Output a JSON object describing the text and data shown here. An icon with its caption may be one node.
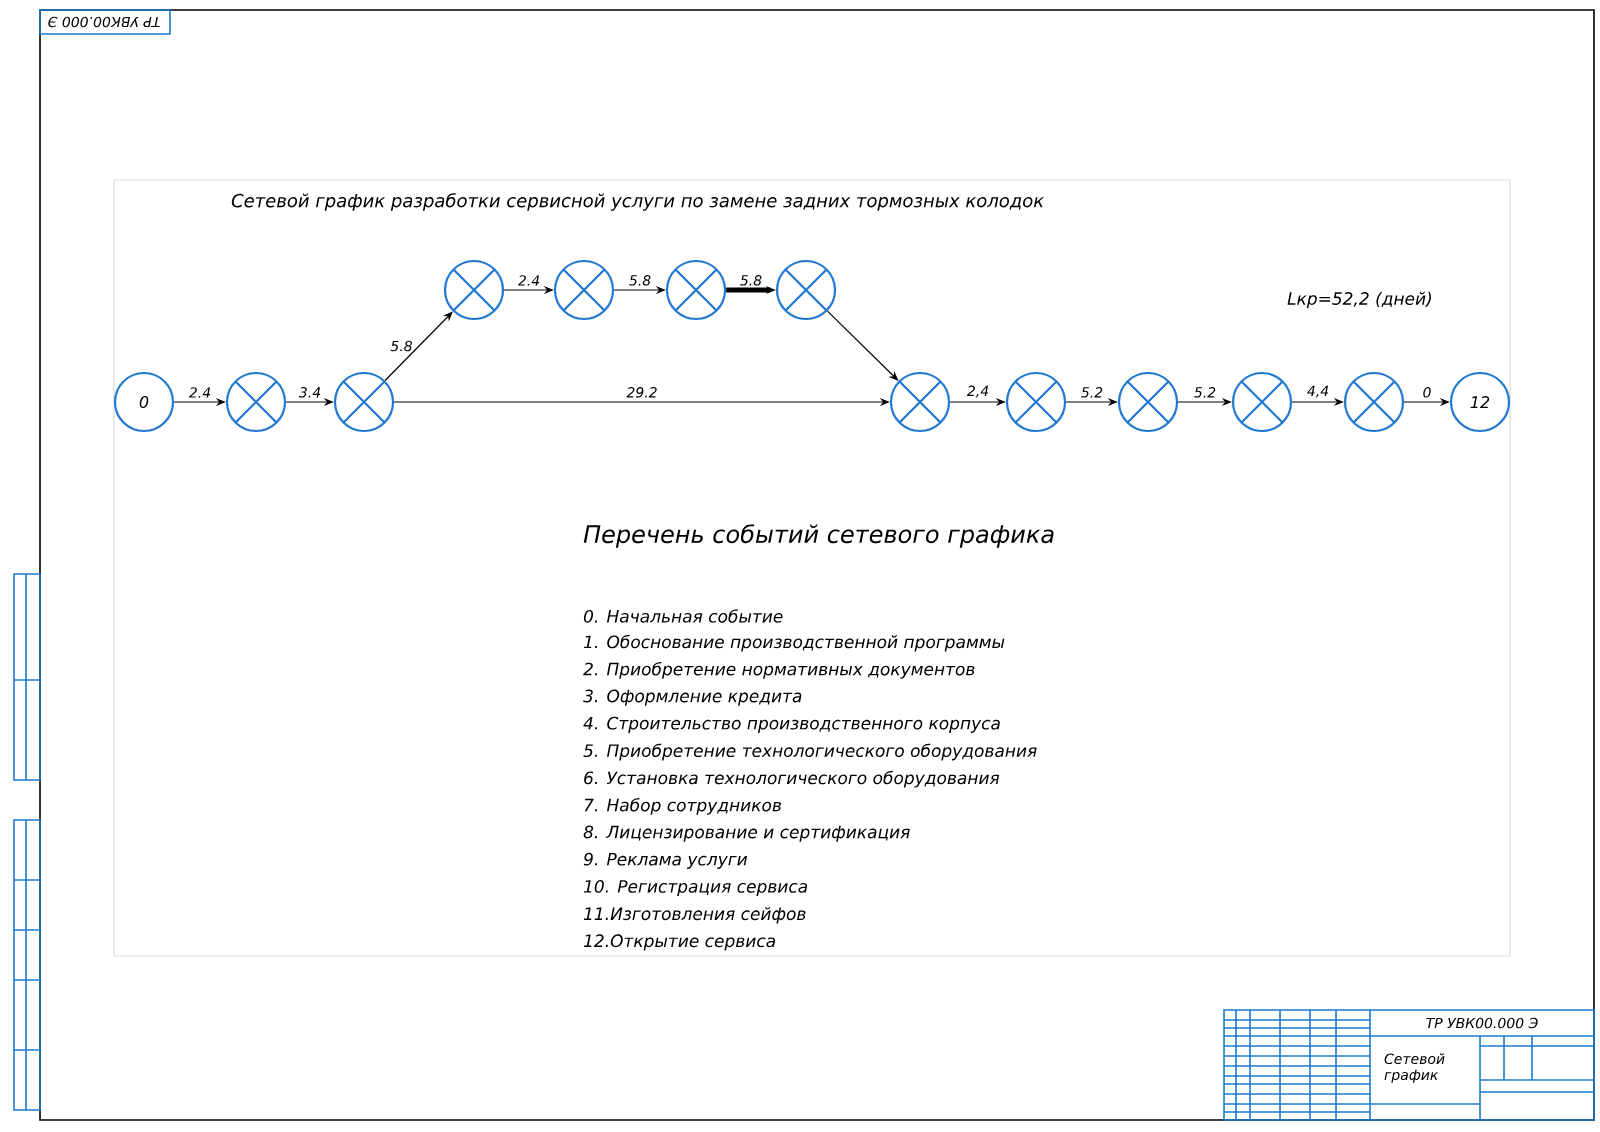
{
  "diagram": {
    "title": "Сетевой график разработки сервисной услуги по замене задних тормозных колодок",
    "nodes": [
      {
        "text": [
          "0"
        ]
      },
      {
        "text": [],
        "shape": "circle"
      },
      {
        "text": [],
        "shape": "circle"
      },
      {
        "text": [],
        "shape": "circle"
      },
      {
        "text": [],
        "shape": "circle"
      },
      {
        "text": [],
        "shape": "circle"
      },
      {
        "text": [],
        "shape": "circle"
      },
      {
        "text": [],
        "shape": "circle"
      },
      {
        "text": [],
        "shape": "circle"
      },
      {
        "text": [],
        "shape": "circle"
      },
      {
        "text": [],
        "shape": "circle"
      },
      {
        "text": [],
        "shape": "circle"
      },
      {
        "text": [
          "12"
        ]
      }
    ],
    "edges": [
      {
        "from": 0,
        "to": 1,
        "arrow": "to",
        "label": "2.4"
      },
      {
        "from": 1,
        "to": 2,
        "arrow": "to",
        "label": "3.4"
      },
      {
        "from": 2,
        "to": 3,
        "arrow": "to",
        "label": "5.8"
      },
      {
        "from": 3,
        "to": 4,
        "arrow": "to",
        "label": "2.4"
      },
      {
        "from": 4,
        "to": 5,
        "arrow": "to",
        "label": "5.8"
      },
      {
        "from": 5,
        "to": 6,
        "arrow": "to",
        "label": "5.8",
        "style": "thick"
      },
      {
        "from": 6,
        "to": 7,
        "arrow": "to"
      },
      {
        "from": 2,
        "to": 7,
        "arrow": "to",
        "label": "29.2"
      },
      {
        "from": 7,
        "to": 8,
        "arrow": "to",
        "label": "2,4"
      },
      {
        "from": 8,
        "to": 9,
        "arrow": "to",
        "label": "5.2"
      },
      {
        "from": 9,
        "to": 10,
        "arrow": "to",
        "label": "5.2"
      },
      {
        "from": 10,
        "to": 11,
        "arrow": "to",
        "label": "4,4"
      },
      {
        "from": 11,
        "to": 12,
        "arrow": "to",
        "label": "0"
      }
    ],
    "labels": [
      "Lкр=52,2 (дней)",
      "Перечень событий сетевого графика",
      "0.  Начальная событие",
      "1.  Обоснование производственной программы",
      "2.  Приобретение нормативных документов",
      "3.  Оформление кредита",
      "4.  Строительство производственного корпуса",
      "5.  Приобретение технологического оборудования",
      "6.  Установка технологического оборудования",
      "7.  Набор сотрудников",
      "8.  Лицензирование и сертификация",
      "9.  Реклама услуги",
      "10.  Регистрация сервиса",
      "11.Изготовления сейфов",
      "12.Открытие сервиса",
      "ТР УВК00.000 Э",
      "Сетевой график",
      "ТР УВК00.000 Э"
    ]
  }
}
